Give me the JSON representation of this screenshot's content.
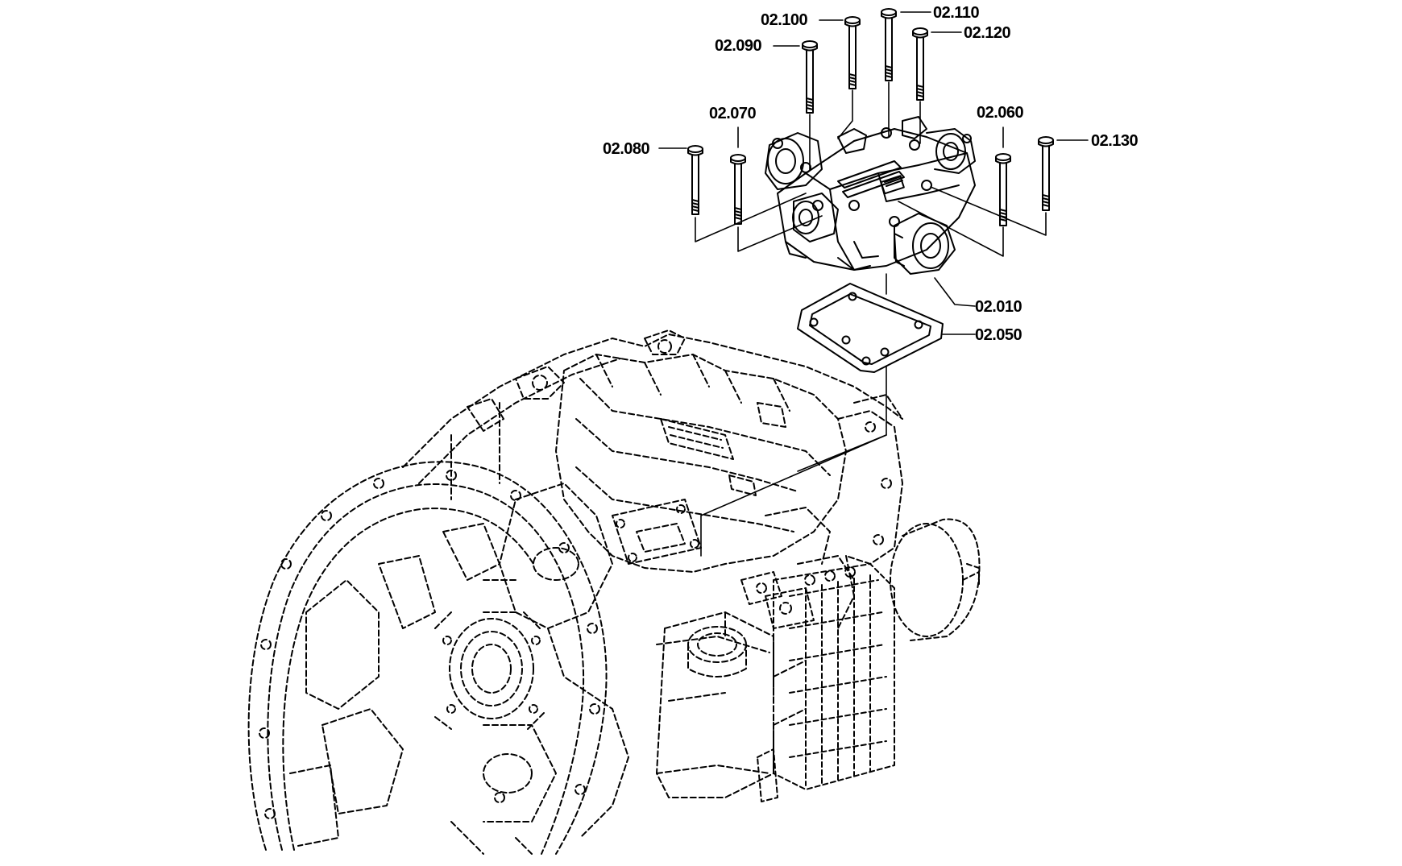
{
  "diagram": {
    "colors": {
      "line": "#000000",
      "background": "#ffffff"
    },
    "callouts": [
      {
        "id": "p02_100",
        "label": "02.100"
      },
      {
        "id": "p02_110",
        "label": "02.110"
      },
      {
        "id": "p02_090",
        "label": "02.090"
      },
      {
        "id": "p02_120",
        "label": "02.120"
      },
      {
        "id": "p02_070",
        "label": "02.070"
      },
      {
        "id": "p02_060",
        "label": "02.060"
      },
      {
        "id": "p02_080",
        "label": "02.080"
      },
      {
        "id": "p02_130",
        "label": "02.130"
      },
      {
        "id": "p02_010",
        "label": "02.010"
      },
      {
        "id": "p02_050",
        "label": "02.050"
      }
    ]
  }
}
